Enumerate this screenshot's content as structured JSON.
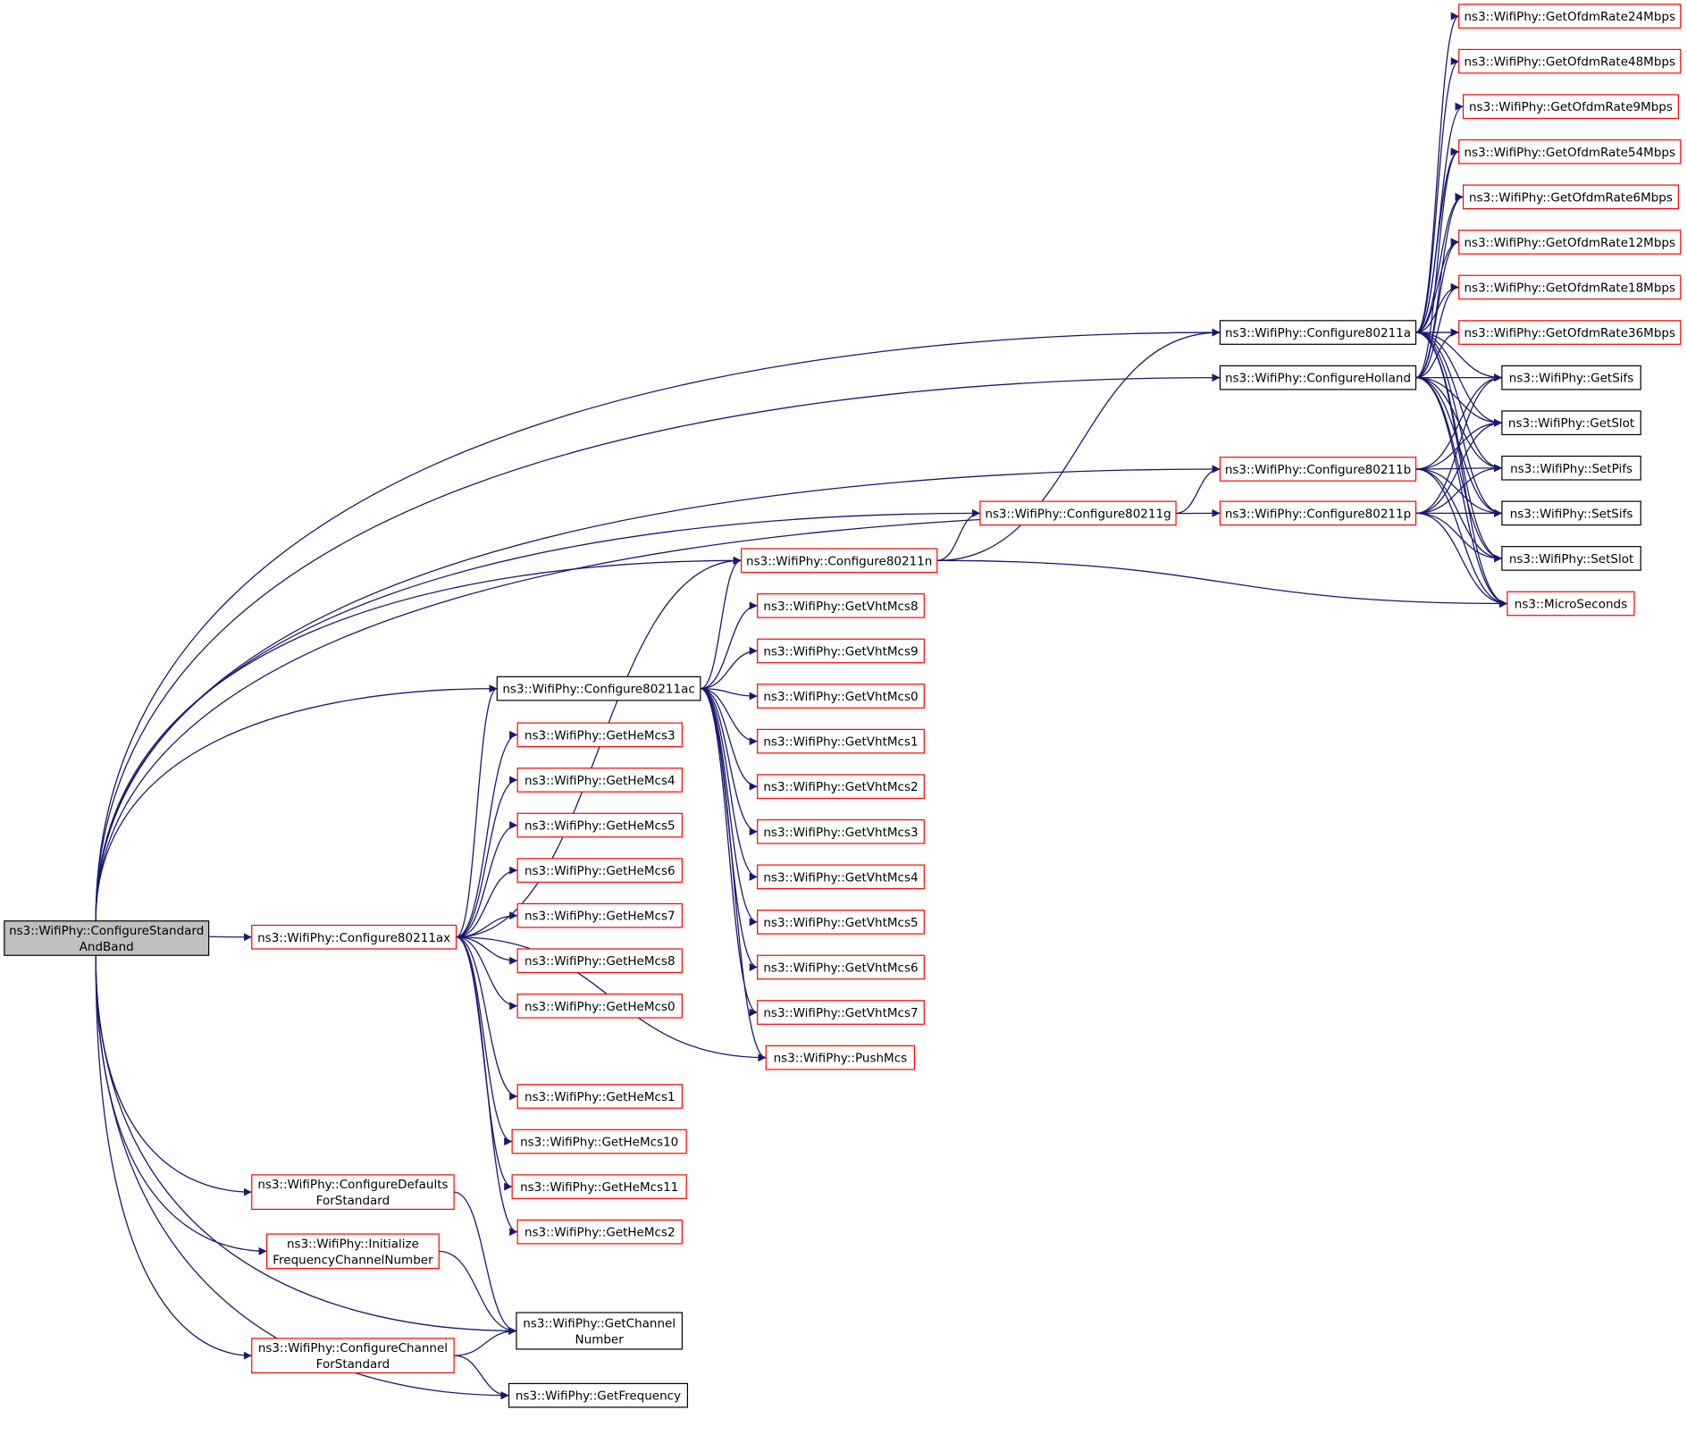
{
  "colors": {
    "edge": "#191970",
    "border_default": "#000000",
    "border_red": "#ff0000",
    "root_fill": "#bfbfbf",
    "node_fill": "#ffffff"
  },
  "nodes": [
    {
      "id": "root",
      "lines": [
        "ns3::WifiPhy::ConfigureStandard",
        "AndBand"
      ],
      "style": "root"
    },
    {
      "id": "c80211a",
      "lines": [
        "ns3::WifiPhy::Configure80211a"
      ],
      "style": "black"
    },
    {
      "id": "cHolland",
      "lines": [
        "ns3::WifiPhy::ConfigureHolland"
      ],
      "style": "black"
    },
    {
      "id": "c80211b",
      "lines": [
        "ns3::WifiPhy::Configure80211b"
      ],
      "style": "red"
    },
    {
      "id": "c80211p",
      "lines": [
        "ns3::WifiPhy::Configure80211p"
      ],
      "style": "red"
    },
    {
      "id": "c80211g",
      "lines": [
        "ns3::WifiPhy::Configure80211g"
      ],
      "style": "red"
    },
    {
      "id": "c80211n",
      "lines": [
        "ns3::WifiPhy::Configure80211n"
      ],
      "style": "red"
    },
    {
      "id": "c80211ac",
      "lines": [
        "ns3::WifiPhy::Configure80211ac"
      ],
      "style": "black"
    },
    {
      "id": "c80211ax",
      "lines": [
        "ns3::WifiPhy::Configure80211ax"
      ],
      "style": "red"
    },
    {
      "id": "cDefaults",
      "lines": [
        "ns3::WifiPhy::ConfigureDefaults",
        "ForStandard"
      ],
      "style": "red"
    },
    {
      "id": "initFreq",
      "lines": [
        "ns3::WifiPhy::Initialize",
        "FrequencyChannelNumber"
      ],
      "style": "red"
    },
    {
      "id": "cChannel",
      "lines": [
        "ns3::WifiPhy::ConfigureChannel",
        "ForStandard"
      ],
      "style": "red"
    },
    {
      "id": "getChan",
      "lines": [
        "ns3::WifiPhy::GetChannel",
        "Number"
      ],
      "style": "black"
    },
    {
      "id": "getFreq",
      "lines": [
        "ns3::WifiPhy::GetFrequency"
      ],
      "style": "black"
    },
    {
      "id": "o24",
      "lines": [
        "ns3::WifiPhy::GetOfdmRate24Mbps"
      ],
      "style": "red"
    },
    {
      "id": "o48",
      "lines": [
        "ns3::WifiPhy::GetOfdmRate48Mbps"
      ],
      "style": "red"
    },
    {
      "id": "o9",
      "lines": [
        "ns3::WifiPhy::GetOfdmRate9Mbps"
      ],
      "style": "red"
    },
    {
      "id": "o54",
      "lines": [
        "ns3::WifiPhy::GetOfdmRate54Mbps"
      ],
      "style": "red"
    },
    {
      "id": "o6",
      "lines": [
        "ns3::WifiPhy::GetOfdmRate6Mbps"
      ],
      "style": "red"
    },
    {
      "id": "o12",
      "lines": [
        "ns3::WifiPhy::GetOfdmRate12Mbps"
      ],
      "style": "red"
    },
    {
      "id": "o18",
      "lines": [
        "ns3::WifiPhy::GetOfdmRate18Mbps"
      ],
      "style": "red"
    },
    {
      "id": "o36",
      "lines": [
        "ns3::WifiPhy::GetOfdmRate36Mbps"
      ],
      "style": "red"
    },
    {
      "id": "getSifs",
      "lines": [
        "ns3::WifiPhy::GetSifs"
      ],
      "style": "black"
    },
    {
      "id": "getSlot",
      "lines": [
        "ns3::WifiPhy::GetSlot"
      ],
      "style": "black"
    },
    {
      "id": "setPifs",
      "lines": [
        "ns3::WifiPhy::SetPifs"
      ],
      "style": "black"
    },
    {
      "id": "setSifs",
      "lines": [
        "ns3::WifiPhy::SetSifs"
      ],
      "style": "black"
    },
    {
      "id": "setSlot",
      "lines": [
        "ns3::WifiPhy::SetSlot"
      ],
      "style": "black"
    },
    {
      "id": "micro",
      "lines": [
        "ns3::MicroSeconds"
      ],
      "style": "red"
    },
    {
      "id": "v8",
      "lines": [
        "ns3::WifiPhy::GetVhtMcs8"
      ],
      "style": "red"
    },
    {
      "id": "v9",
      "lines": [
        "ns3::WifiPhy::GetVhtMcs9"
      ],
      "style": "red"
    },
    {
      "id": "v0",
      "lines": [
        "ns3::WifiPhy::GetVhtMcs0"
      ],
      "style": "red"
    },
    {
      "id": "v1",
      "lines": [
        "ns3::WifiPhy::GetVhtMcs1"
      ],
      "style": "red"
    },
    {
      "id": "v2",
      "lines": [
        "ns3::WifiPhy::GetVhtMcs2"
      ],
      "style": "red"
    },
    {
      "id": "v3",
      "lines": [
        "ns3::WifiPhy::GetVhtMcs3"
      ],
      "style": "red"
    },
    {
      "id": "v4",
      "lines": [
        "ns3::WifiPhy::GetVhtMcs4"
      ],
      "style": "red"
    },
    {
      "id": "v5",
      "lines": [
        "ns3::WifiPhy::GetVhtMcs5"
      ],
      "style": "red"
    },
    {
      "id": "v6",
      "lines": [
        "ns3::WifiPhy::GetVhtMcs6"
      ],
      "style": "red"
    },
    {
      "id": "v7",
      "lines": [
        "ns3::WifiPhy::GetVhtMcs7"
      ],
      "style": "red"
    },
    {
      "id": "pushMcs",
      "lines": [
        "ns3::WifiPhy::PushMcs"
      ],
      "style": "red"
    },
    {
      "id": "h3",
      "lines": [
        "ns3::WifiPhy::GetHeMcs3"
      ],
      "style": "red"
    },
    {
      "id": "h4",
      "lines": [
        "ns3::WifiPhy::GetHeMcs4"
      ],
      "style": "red"
    },
    {
      "id": "h5",
      "lines": [
        "ns3::WifiPhy::GetHeMcs5"
      ],
      "style": "red"
    },
    {
      "id": "h6",
      "lines": [
        "ns3::WifiPhy::GetHeMcs6"
      ],
      "style": "red"
    },
    {
      "id": "h7",
      "lines": [
        "ns3::WifiPhy::GetHeMcs7"
      ],
      "style": "red"
    },
    {
      "id": "h8",
      "lines": [
        "ns3::WifiPhy::GetHeMcs8"
      ],
      "style": "red"
    },
    {
      "id": "h0",
      "lines": [
        "ns3::WifiPhy::GetHeMcs0"
      ],
      "style": "red"
    },
    {
      "id": "h1",
      "lines": [
        "ns3::WifiPhy::GetHeMcs1"
      ],
      "style": "red"
    },
    {
      "id": "h10",
      "lines": [
        "ns3::WifiPhy::GetHeMcs10"
      ],
      "style": "red"
    },
    {
      "id": "h11",
      "lines": [
        "ns3::WifiPhy::GetHeMcs11"
      ],
      "style": "red"
    },
    {
      "id": "h2",
      "lines": [
        "ns3::WifiPhy::GetHeMcs2"
      ],
      "style": "red"
    }
  ],
  "edges": [
    [
      "root",
      "c80211a"
    ],
    [
      "root",
      "cHolland"
    ],
    [
      "root",
      "c80211b"
    ],
    [
      "root",
      "c80211g"
    ],
    [
      "root",
      "c80211n"
    ],
    [
      "root",
      "c80211ac"
    ],
    [
      "root",
      "c80211ax"
    ],
    [
      "root",
      "c80211p"
    ],
    [
      "root",
      "cDefaults"
    ],
    [
      "root",
      "initFreq"
    ],
    [
      "root",
      "cChannel"
    ],
    [
      "root",
      "getChan"
    ],
    [
      "root",
      "getFreq"
    ],
    [
      "c80211a",
      "o24"
    ],
    [
      "c80211a",
      "o48"
    ],
    [
      "c80211a",
      "o9"
    ],
    [
      "c80211a",
      "o54"
    ],
    [
      "c80211a",
      "o6"
    ],
    [
      "c80211a",
      "o12"
    ],
    [
      "c80211a",
      "o18"
    ],
    [
      "c80211a",
      "o36"
    ],
    [
      "c80211a",
      "getSifs"
    ],
    [
      "c80211a",
      "getSlot"
    ],
    [
      "c80211a",
      "setPifs"
    ],
    [
      "c80211a",
      "setSifs"
    ],
    [
      "c80211a",
      "setSlot"
    ],
    [
      "c80211a",
      "micro"
    ],
    [
      "cHolland",
      "o54"
    ],
    [
      "cHolland",
      "o6"
    ],
    [
      "cHolland",
      "o12"
    ],
    [
      "cHolland",
      "o18"
    ],
    [
      "cHolland",
      "o36"
    ],
    [
      "cHolland",
      "getSifs"
    ],
    [
      "cHolland",
      "getSlot"
    ],
    [
      "cHolland",
      "setPifs"
    ],
    [
      "cHolland",
      "setSifs"
    ],
    [
      "cHolland",
      "setSlot"
    ],
    [
      "cHolland",
      "micro"
    ],
    [
      "c80211b",
      "getSifs"
    ],
    [
      "c80211b",
      "getSlot"
    ],
    [
      "c80211b",
      "setPifs"
    ],
    [
      "c80211b",
      "setSifs"
    ],
    [
      "c80211b",
      "setSlot"
    ],
    [
      "c80211b",
      "micro"
    ],
    [
      "c80211p",
      "getSifs"
    ],
    [
      "c80211p",
      "getSlot"
    ],
    [
      "c80211p",
      "setPifs"
    ],
    [
      "c80211p",
      "setSifs"
    ],
    [
      "c80211p",
      "setSlot"
    ],
    [
      "c80211p",
      "micro"
    ],
    [
      "c80211g",
      "c80211b"
    ],
    [
      "c80211n",
      "c80211a"
    ],
    [
      "c80211n",
      "c80211g"
    ],
    [
      "c80211n",
      "micro"
    ],
    [
      "c80211ac",
      "c80211n"
    ],
    [
      "c80211ac",
      "v8"
    ],
    [
      "c80211ac",
      "v9"
    ],
    [
      "c80211ac",
      "v0"
    ],
    [
      "c80211ac",
      "v1"
    ],
    [
      "c80211ac",
      "v2"
    ],
    [
      "c80211ac",
      "v3"
    ],
    [
      "c80211ac",
      "v4"
    ],
    [
      "c80211ac",
      "v5"
    ],
    [
      "c80211ac",
      "v6"
    ],
    [
      "c80211ac",
      "v7"
    ],
    [
      "c80211ac",
      "pushMcs"
    ],
    [
      "c80211ax",
      "c80211n"
    ],
    [
      "c80211ax",
      "c80211ac"
    ],
    [
      "c80211ax",
      "h3"
    ],
    [
      "c80211ax",
      "h4"
    ],
    [
      "c80211ax",
      "h5"
    ],
    [
      "c80211ax",
      "h6"
    ],
    [
      "c80211ax",
      "h7"
    ],
    [
      "c80211ax",
      "h8"
    ],
    [
      "c80211ax",
      "h0"
    ],
    [
      "c80211ax",
      "pushMcs"
    ],
    [
      "c80211ax",
      "h1"
    ],
    [
      "c80211ax",
      "h10"
    ],
    [
      "c80211ax",
      "h11"
    ],
    [
      "c80211ax",
      "h2"
    ],
    [
      "cDefaults",
      "getChan"
    ],
    [
      "initFreq",
      "getChan"
    ],
    [
      "cChannel",
      "getChan"
    ],
    [
      "cChannel",
      "getFreq"
    ]
  ]
}
